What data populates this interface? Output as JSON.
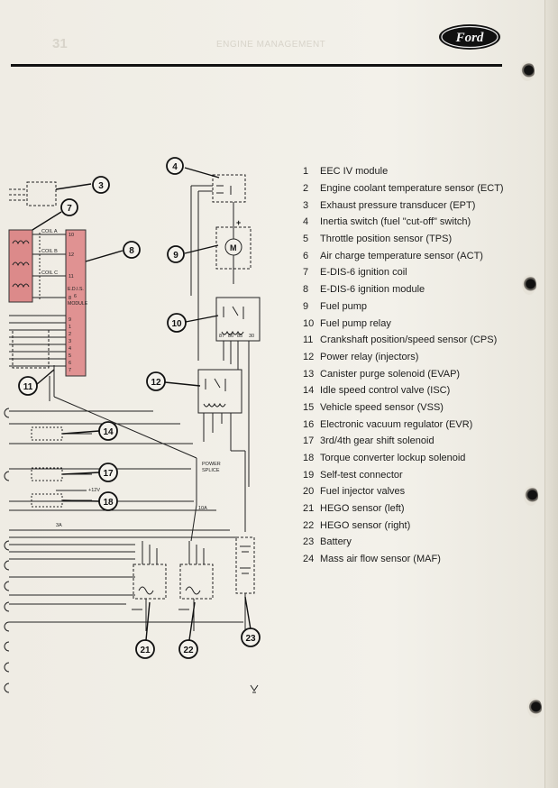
{
  "header": {
    "page_number": "31",
    "section_title": "ENGINE MANAGEMENT",
    "brand": "Ford"
  },
  "diagram": {
    "module_label": "E.D.I.S. 6 MODULE",
    "coil_labels": [
      "COIL A",
      "COIL B",
      "COIL C"
    ],
    "upper_pin_numbers": [
      "10",
      "12",
      "11",
      "8"
    ],
    "lower_pin_numbers": [
      "9",
      "1",
      "2",
      "3",
      "4",
      "5",
      "6",
      "7"
    ],
    "power_splice_label": "POWER SPLICE",
    "relay_pin_labels": [
      "87",
      "86",
      "85",
      "30"
    ],
    "fuse_10a": "10A",
    "fuse_3a": "3A",
    "voltage_label": "+12V",
    "plus_sign": "+",
    "motor_symbol": "M",
    "callouts": [
      {
        "id": "callout-3",
        "number": "3"
      },
      {
        "id": "callout-4",
        "number": "4"
      },
      {
        "id": "callout-7",
        "number": "7"
      },
      {
        "id": "callout-8",
        "number": "8"
      },
      {
        "id": "callout-9",
        "number": "9"
      },
      {
        "id": "callout-10",
        "number": "10"
      },
      {
        "id": "callout-11",
        "number": "11"
      },
      {
        "id": "callout-12",
        "number": "12"
      },
      {
        "id": "callout-14",
        "number": "14"
      },
      {
        "id": "callout-17",
        "number": "17"
      },
      {
        "id": "callout-18",
        "number": "18"
      },
      {
        "id": "callout-21",
        "number": "21"
      },
      {
        "id": "callout-22",
        "number": "22"
      },
      {
        "id": "callout-23",
        "number": "23"
      }
    ]
  },
  "legend": [
    {
      "number": "1",
      "text": "EEC IV module"
    },
    {
      "number": "2",
      "text": "Engine coolant temperature sensor (ECT)"
    },
    {
      "number": "3",
      "text": "Exhaust pressure transducer (EPT)"
    },
    {
      "number": "4",
      "text": "Inertia switch (fuel \"cut-off\" switch)"
    },
    {
      "number": "5",
      "text": "Throttle position sensor (TPS)"
    },
    {
      "number": "6",
      "text": "Air charge temperature sensor (ACT)"
    },
    {
      "number": "7",
      "text": "E-DIS-6 ignition coil"
    },
    {
      "number": "8",
      "text": "E-DIS-6 ignition module"
    },
    {
      "number": "9",
      "text": "Fuel pump"
    },
    {
      "number": "10",
      "text": "Fuel pump relay"
    },
    {
      "number": "11",
      "text": "Crankshaft position/speed sensor (CPS)"
    },
    {
      "number": "12",
      "text": "Power relay (injectors)"
    },
    {
      "number": "13",
      "text": "Canister purge solenoid (EVAP)"
    },
    {
      "number": "14",
      "text": "Idle speed control valve (ISC)"
    },
    {
      "number": "15",
      "text": "Vehicle speed sensor (VSS)"
    },
    {
      "number": "16",
      "text": "Electronic vacuum regulator (EVR)"
    },
    {
      "number": "17",
      "text": "3rd/4th gear shift solenoid"
    },
    {
      "number": "18",
      "text": "Torque converter lockup solenoid"
    },
    {
      "number": "19",
      "text": "Self-test connector"
    },
    {
      "number": "20",
      "text": "Fuel injector valves"
    },
    {
      "number": "21",
      "text": "HEGO sensor (left)"
    },
    {
      "number": "22",
      "text": "HEGO sensor (right)"
    },
    {
      "number": "23",
      "text": "Battery"
    },
    {
      "number": "24",
      "text": "Mass air flow sensor (MAF)"
    }
  ]
}
